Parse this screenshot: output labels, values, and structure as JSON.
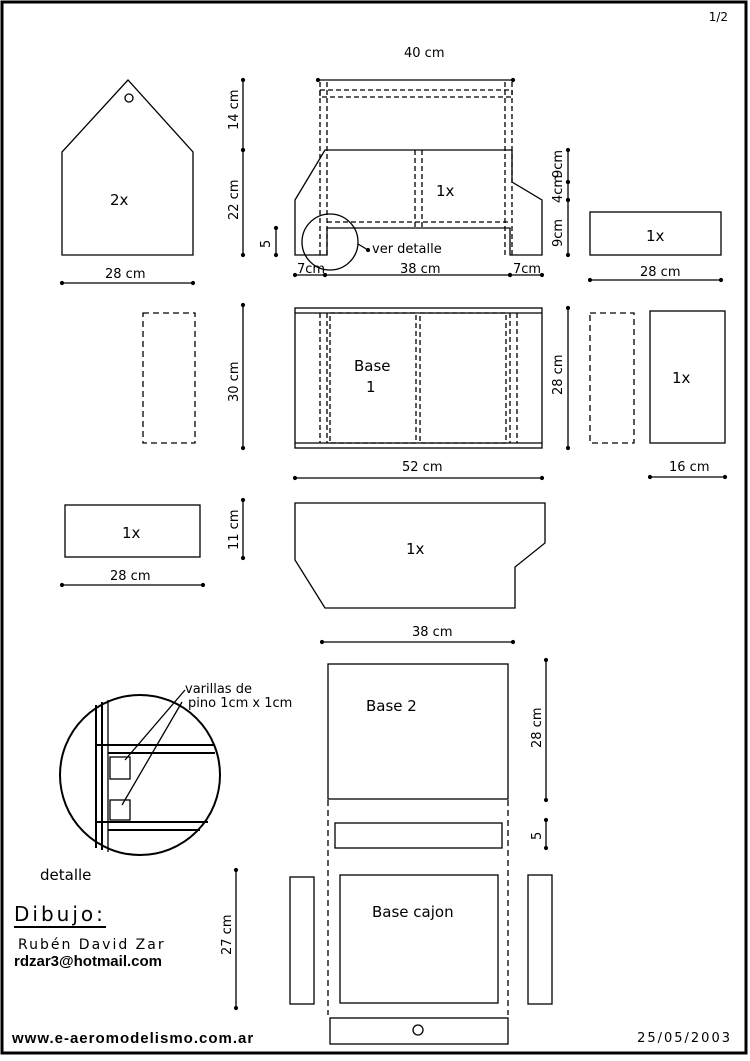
{
  "page_number": "1/2",
  "labels": {
    "roof_side_qty": "2x",
    "front_qty": "1x",
    "small_panel_qty_1": "1x",
    "right_panel_qty": "1x",
    "left_panel_qty": "1x",
    "bottom_panel_qty": "1x",
    "base_1_line1": "Base",
    "base_1_line2": "1",
    "base_2": "Base 2",
    "base_cajon": "Base cajon",
    "ver_detalle": "ver detalle",
    "detalle": "detalle",
    "varillas_line1": "varillas de",
    "varillas_line2": "pino 1cm x 1cm"
  },
  "dimensions": {
    "d40": "40 cm",
    "d14": "14 cm",
    "d22": "22 cm",
    "d5a": "5",
    "d9a": "9cm",
    "d4": "4cm",
    "d9b": "9cm",
    "d28a": "28 cm",
    "d7a": "7cm",
    "d38a": "38 cm",
    "d7b": "7cm",
    "d28b": "28 cm",
    "d30": "30 cm",
    "d28c": "28 cm",
    "d52": "52 cm",
    "d16": "16 cm",
    "d11": "11 cm",
    "d28d": "28 cm",
    "d38b": "38 cm",
    "d28e": "28 cm",
    "d5b": "5",
    "d27": "27 cm"
  },
  "credits": {
    "title": "Dibujo:",
    "author": "Rubén David Zar",
    "email": "rdzar3@hotmail.com"
  },
  "footer": {
    "url": "www.e-aeromodelismo.com.ar",
    "date": "25/05/2003"
  }
}
